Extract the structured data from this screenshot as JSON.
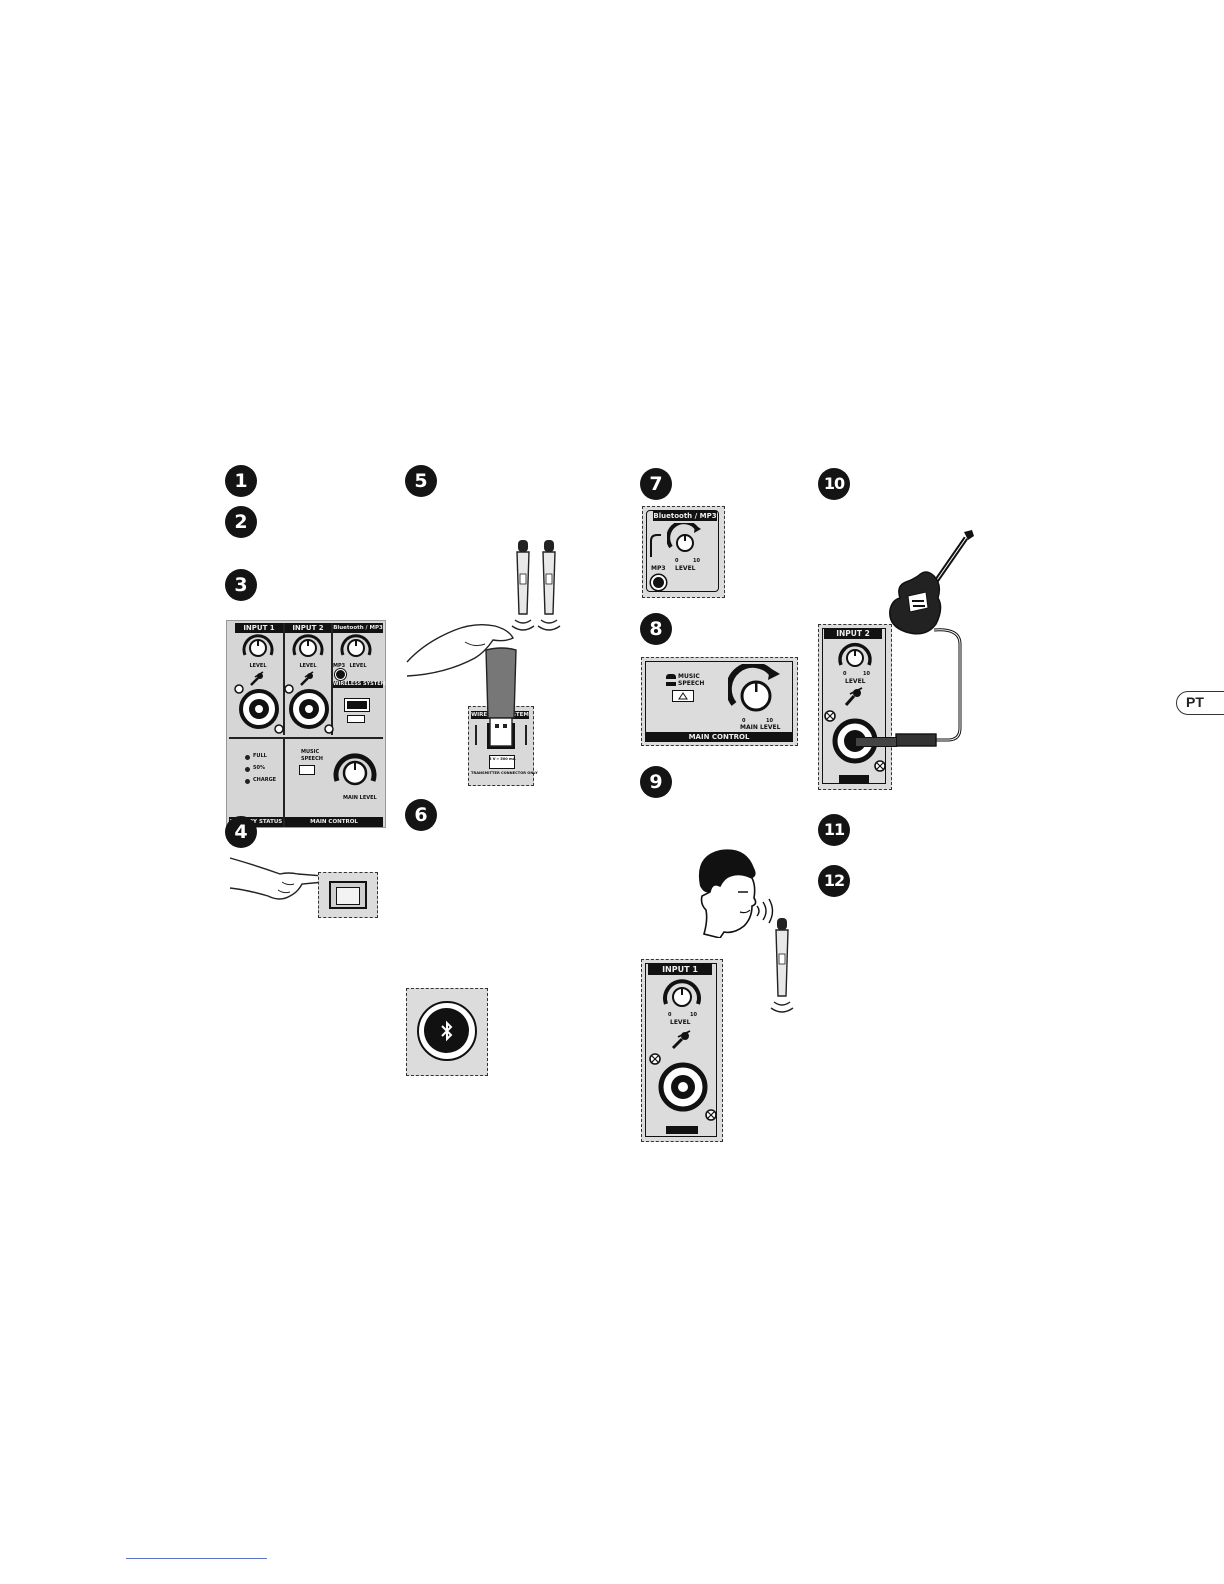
{
  "language_tab": "PT",
  "steps": {
    "s1": "1",
    "s2": "2",
    "s3": "3",
    "s4": "4",
    "s5": "5",
    "s6": "6",
    "s7": "7",
    "s8": "8",
    "s9": "9",
    "s10": "10",
    "s11": "11",
    "s12": "12"
  },
  "panel_overview": {
    "input1": "INPUT 1",
    "input2": "INPUT 2",
    "bt_mp3": "Bluetooth / MP3",
    "level1": "LEVEL",
    "level2": "LEVEL",
    "level3": "LEVEL",
    "mp3": "MP3",
    "wireless_system": "WIRELESS SYSTEM",
    "battery_full": "FULL",
    "battery_50": "50%",
    "battery_charge": "CHARGE",
    "battery_status": "BATTERY STATUS",
    "music": "MUSIC",
    "speech": "SPEECH",
    "main_level": "MAIN LEVEL",
    "main_control": "MAIN CONTROL"
  },
  "usb_panel": {
    "wireless_system": "WIRELESS SYSTEM",
    "dc_out": "5 V ═ 500 mA",
    "foot": "TRANSMITTER CONNECTOR ONLY"
  },
  "bt_mp3_panel": {
    "title": "Bluetooth / MP3",
    "mp3": "MP3",
    "level": "LEVEL",
    "scale_min": "0",
    "scale_max": "10"
  },
  "main_control_panel": {
    "music": "MUSIC",
    "speech": "SPEECH",
    "main_level": "MAIN LEVEL",
    "scale_min": "0",
    "scale_max": "10",
    "footer": "MAIN CONTROL"
  },
  "input1_panel": {
    "title": "INPUT 1",
    "level": "LEVEL",
    "scale_min": "0",
    "scale_max": "10"
  },
  "input2_panel": {
    "title": "INPUT 2",
    "level": "LEVEL",
    "scale_min": "0",
    "scale_max": "10"
  }
}
